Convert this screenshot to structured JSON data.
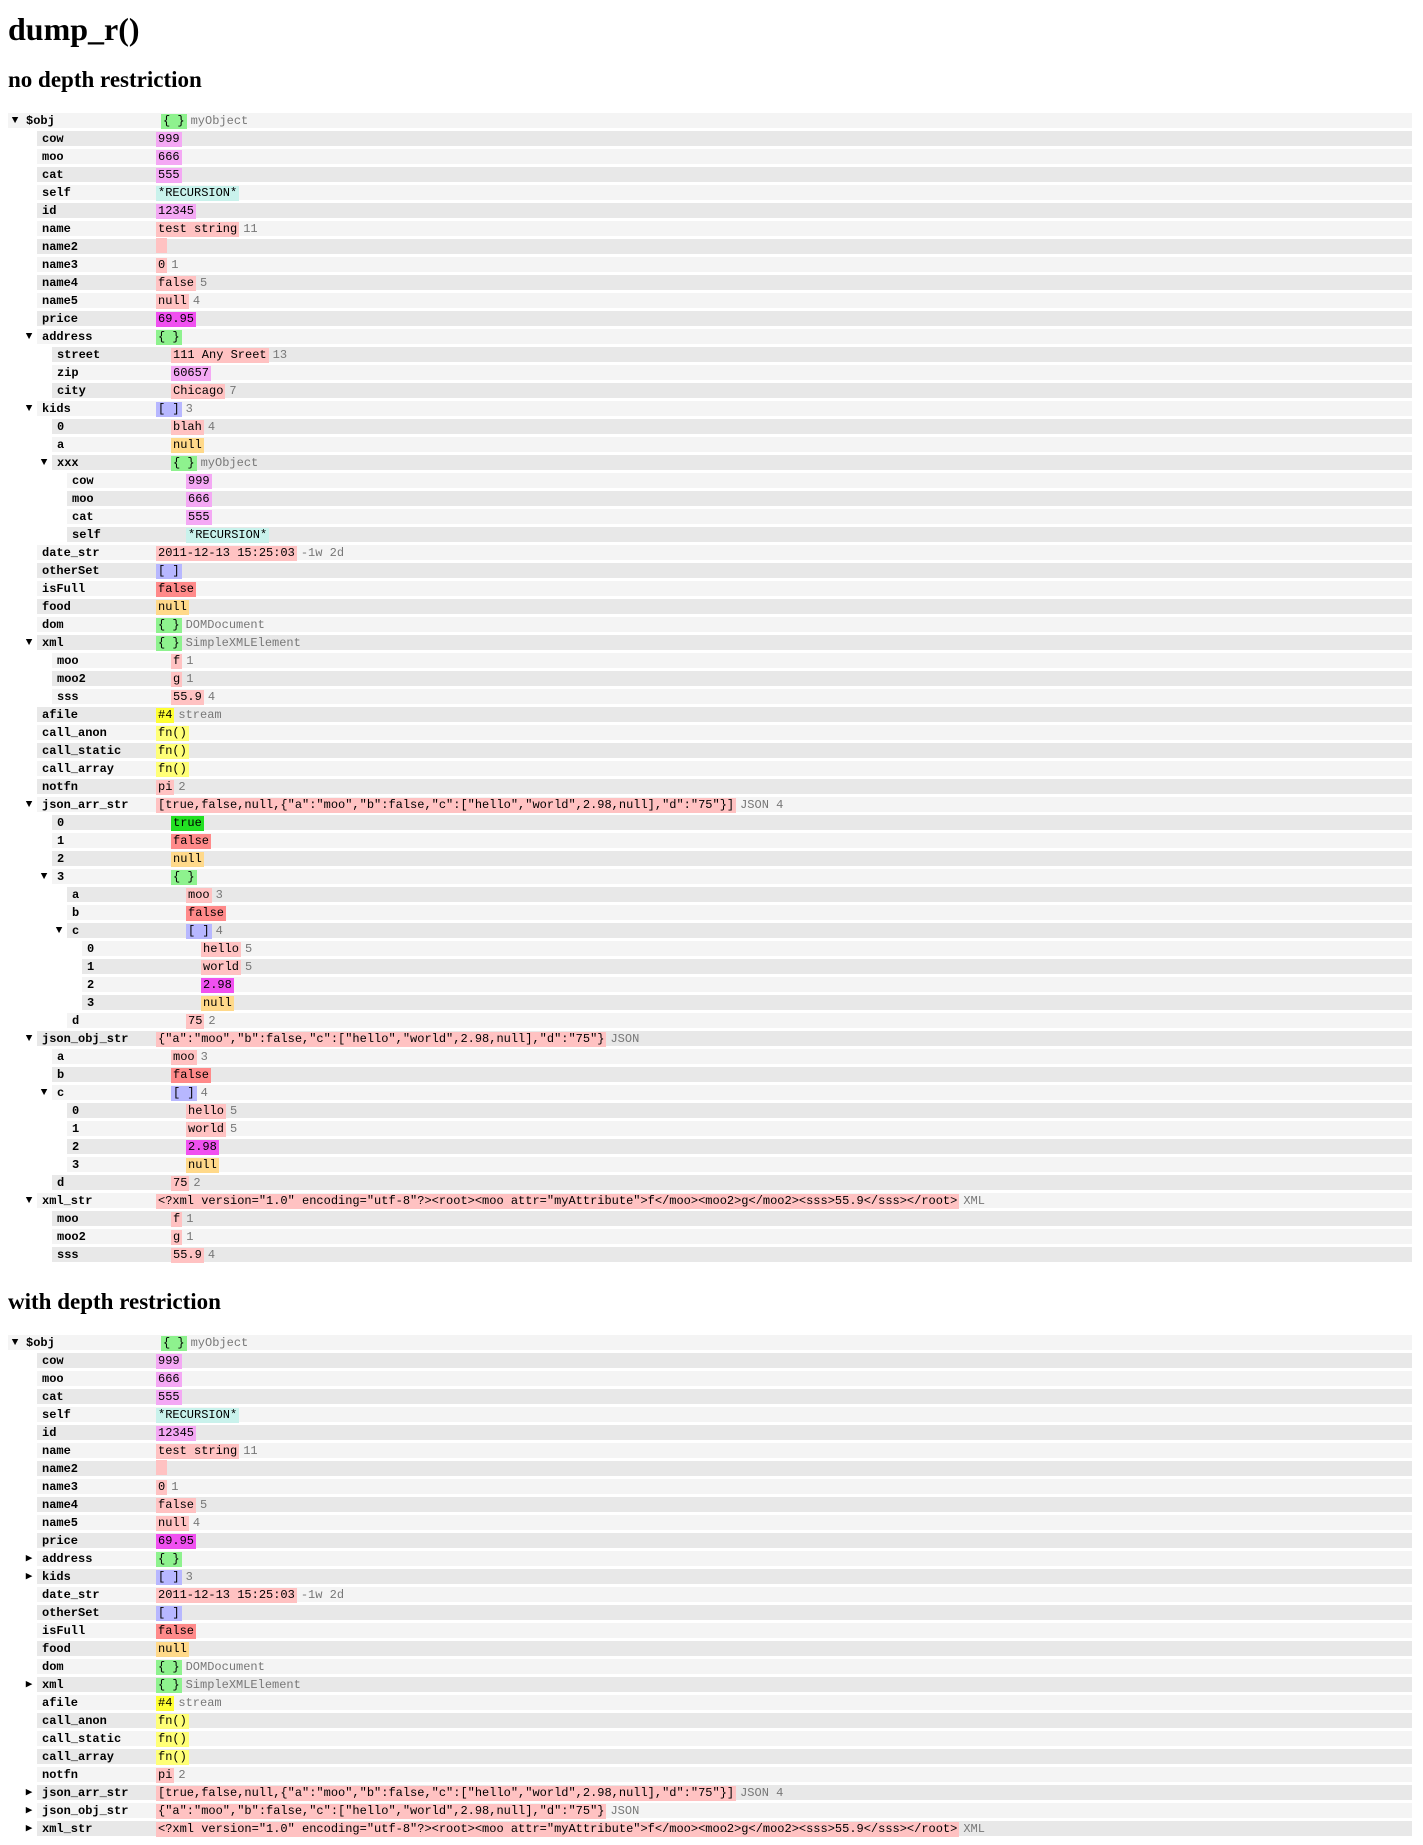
{
  "page_title": "dump_r()",
  "sections": [
    {
      "heading": "no depth restriction",
      "rows": [
        {
          "d": 0,
          "tog": "▼",
          "key": "$obj",
          "val": "{ }",
          "type": "obj",
          "meta": "myObject"
        },
        {
          "d": 1,
          "key": "cow",
          "val": "999",
          "type": "num"
        },
        {
          "d": 1,
          "key": "moo",
          "val": "666",
          "type": "num"
        },
        {
          "d": 1,
          "key": "cat",
          "val": "555",
          "type": "num"
        },
        {
          "d": 1,
          "key": "self",
          "val": "*RECURSION*",
          "type": "rec"
        },
        {
          "d": 1,
          "key": "id",
          "val": "12345",
          "type": "num"
        },
        {
          "d": 1,
          "key": "name",
          "val": "test string",
          "type": "str",
          "meta": "11"
        },
        {
          "d": 1,
          "key": "name2",
          "val": "",
          "type": "empty"
        },
        {
          "d": 1,
          "key": "name3",
          "val": "0",
          "type": "str",
          "meta": "1"
        },
        {
          "d": 1,
          "key": "name4",
          "val": "false",
          "type": "str",
          "meta": "5"
        },
        {
          "d": 1,
          "key": "name5",
          "val": "null",
          "type": "str",
          "meta": "4"
        },
        {
          "d": 1,
          "key": "price",
          "val": "69.95",
          "type": "float"
        },
        {
          "d": 1,
          "tog": "▼",
          "key": "address",
          "val": "{ }",
          "type": "obj"
        },
        {
          "d": 2,
          "key": "street",
          "val": "111 Any Sreet",
          "type": "str",
          "meta": "13"
        },
        {
          "d": 2,
          "key": "zip",
          "val": "60657",
          "type": "num"
        },
        {
          "d": 2,
          "key": "city",
          "val": "Chicago",
          "type": "str",
          "meta": "7"
        },
        {
          "d": 1,
          "tog": "▼",
          "key": "kids",
          "val": "[ ]",
          "type": "arr",
          "meta": "3"
        },
        {
          "d": 2,
          "key": "0",
          "val": "blah",
          "type": "str",
          "meta": "4"
        },
        {
          "d": 2,
          "key": "a",
          "val": "null",
          "type": "null"
        },
        {
          "d": 2,
          "tog": "▼",
          "key": "xxx",
          "val": "{ }",
          "type": "obj",
          "meta": "myObject"
        },
        {
          "d": 3,
          "key": "cow",
          "val": "999",
          "type": "num"
        },
        {
          "d": 3,
          "key": "moo",
          "val": "666",
          "type": "num"
        },
        {
          "d": 3,
          "key": "cat",
          "val": "555",
          "type": "num"
        },
        {
          "d": 3,
          "key": "self",
          "val": "*RECURSION*",
          "type": "rec"
        },
        {
          "d": 1,
          "key": "date_str",
          "val": "2011-12-13 15:25:03",
          "type": "str",
          "meta": "-1w 2d"
        },
        {
          "d": 1,
          "key": "otherSet",
          "val": "[ ]",
          "type": "arr"
        },
        {
          "d": 1,
          "key": "isFull",
          "val": "false",
          "type": "false"
        },
        {
          "d": 1,
          "key": "food",
          "val": "null",
          "type": "null"
        },
        {
          "d": 1,
          "key": "dom",
          "val": "{ }",
          "type": "obj",
          "meta": "DOMDocument"
        },
        {
          "d": 1,
          "tog": "▼",
          "key": "xml",
          "val": "{ }",
          "type": "obj",
          "meta": "SimpleXMLElement"
        },
        {
          "d": 2,
          "key": "moo",
          "val": "f",
          "type": "str",
          "meta": "1"
        },
        {
          "d": 2,
          "key": "moo2",
          "val": "g",
          "type": "str",
          "meta": "1"
        },
        {
          "d": 2,
          "key": "sss",
          "val": "55.9",
          "type": "str",
          "meta": "4"
        },
        {
          "d": 1,
          "key": "afile",
          "val": "#4",
          "type": "res",
          "meta": "stream"
        },
        {
          "d": 1,
          "key": "call_anon",
          "val": "fn()",
          "type": "fn"
        },
        {
          "d": 1,
          "key": "call_static",
          "val": "fn()",
          "type": "fn"
        },
        {
          "d": 1,
          "key": "call_array",
          "val": "fn()",
          "type": "fn"
        },
        {
          "d": 1,
          "key": "notfn",
          "val": "pi",
          "type": "str",
          "meta": "2"
        },
        {
          "d": 1,
          "tog": "▼",
          "key": "json_arr_str",
          "val": "[true,false,null,{\"a\":\"moo\",\"b\":false,\"c\":[\"hello\",\"world\",2.98,null],\"d\":\"75\"}]",
          "type": "json",
          "meta": "JSON 4"
        },
        {
          "d": 2,
          "key": "0",
          "val": "true",
          "type": "true"
        },
        {
          "d": 2,
          "key": "1",
          "val": "false",
          "type": "false"
        },
        {
          "d": 2,
          "key": "2",
          "val": "null",
          "type": "null"
        },
        {
          "d": 2,
          "tog": "▼",
          "key": "3",
          "val": "{ }",
          "type": "obj"
        },
        {
          "d": 3,
          "key": "a",
          "val": "moo",
          "type": "str",
          "meta": "3"
        },
        {
          "d": 3,
          "key": "b",
          "val": "false",
          "type": "false"
        },
        {
          "d": 3,
          "tog": "▼",
          "key": "c",
          "val": "[ ]",
          "type": "arr",
          "meta": "4"
        },
        {
          "d": 4,
          "key": "0",
          "val": "hello",
          "type": "str",
          "meta": "5"
        },
        {
          "d": 4,
          "key": "1",
          "val": "world",
          "type": "str",
          "meta": "5"
        },
        {
          "d": 4,
          "key": "2",
          "val": "2.98",
          "type": "float"
        },
        {
          "d": 4,
          "key": "3",
          "val": "null",
          "type": "null"
        },
        {
          "d": 3,
          "key": "d",
          "val": "75",
          "type": "str",
          "meta": "2"
        },
        {
          "d": 1,
          "tog": "▼",
          "key": "json_obj_str",
          "val": "{\"a\":\"moo\",\"b\":false,\"c\":[\"hello\",\"world\",2.98,null],\"d\":\"75\"}",
          "type": "json",
          "meta": "JSON"
        },
        {
          "d": 2,
          "key": "a",
          "val": "moo",
          "type": "str",
          "meta": "3"
        },
        {
          "d": 2,
          "key": "b",
          "val": "false",
          "type": "false"
        },
        {
          "d": 2,
          "tog": "▼",
          "key": "c",
          "val": "[ ]",
          "type": "arr",
          "meta": "4"
        },
        {
          "d": 3,
          "key": "0",
          "val": "hello",
          "type": "str",
          "meta": "5"
        },
        {
          "d": 3,
          "key": "1",
          "val": "world",
          "type": "str",
          "meta": "5"
        },
        {
          "d": 3,
          "key": "2",
          "val": "2.98",
          "type": "float"
        },
        {
          "d": 3,
          "key": "3",
          "val": "null",
          "type": "null"
        },
        {
          "d": 2,
          "key": "d",
          "val": "75",
          "type": "str",
          "meta": "2"
        },
        {
          "d": 1,
          "tog": "▼",
          "key": "xml_str",
          "val": "<?xml version=\"1.0\" encoding=\"utf-8\"?><root><moo attr=\"myAttribute\">f</moo><moo2>g</moo2><sss>55.9</sss></root>",
          "type": "json",
          "meta": "XML"
        },
        {
          "d": 2,
          "key": "moo",
          "val": "f",
          "type": "str",
          "meta": "1"
        },
        {
          "d": 2,
          "key": "moo2",
          "val": "g",
          "type": "str",
          "meta": "1"
        },
        {
          "d": 2,
          "key": "sss",
          "val": "55.9",
          "type": "str",
          "meta": "4"
        }
      ]
    },
    {
      "heading": "with depth restriction",
      "rows": [
        {
          "d": 0,
          "tog": "▼",
          "key": "$obj",
          "val": "{ }",
          "type": "obj",
          "meta": "myObject"
        },
        {
          "d": 1,
          "key": "cow",
          "val": "999",
          "type": "num"
        },
        {
          "d": 1,
          "key": "moo",
          "val": "666",
          "type": "num"
        },
        {
          "d": 1,
          "key": "cat",
          "val": "555",
          "type": "num"
        },
        {
          "d": 1,
          "key": "self",
          "val": "*RECURSION*",
          "type": "rec"
        },
        {
          "d": 1,
          "key": "id",
          "val": "12345",
          "type": "num"
        },
        {
          "d": 1,
          "key": "name",
          "val": "test string",
          "type": "str",
          "meta": "11"
        },
        {
          "d": 1,
          "key": "name2",
          "val": "",
          "type": "empty"
        },
        {
          "d": 1,
          "key": "name3",
          "val": "0",
          "type": "str",
          "meta": "1"
        },
        {
          "d": 1,
          "key": "name4",
          "val": "false",
          "type": "str",
          "meta": "5"
        },
        {
          "d": 1,
          "key": "name5",
          "val": "null",
          "type": "str",
          "meta": "4"
        },
        {
          "d": 1,
          "key": "price",
          "val": "69.95",
          "type": "float"
        },
        {
          "d": 1,
          "tog": "▶",
          "key": "address",
          "val": "{ }",
          "type": "obj"
        },
        {
          "d": 1,
          "tog": "▶",
          "key": "kids",
          "val": "[ ]",
          "type": "arr",
          "meta": "3"
        },
        {
          "d": 1,
          "key": "date_str",
          "val": "2011-12-13 15:25:03",
          "type": "str",
          "meta": "-1w 2d"
        },
        {
          "d": 1,
          "key": "otherSet",
          "val": "[ ]",
          "type": "arr"
        },
        {
          "d": 1,
          "key": "isFull",
          "val": "false",
          "type": "false"
        },
        {
          "d": 1,
          "key": "food",
          "val": "null",
          "type": "null"
        },
        {
          "d": 1,
          "key": "dom",
          "val": "{ }",
          "type": "obj",
          "meta": "DOMDocument"
        },
        {
          "d": 1,
          "tog": "▶",
          "key": "xml",
          "val": "{ }",
          "type": "obj",
          "meta": "SimpleXMLElement"
        },
        {
          "d": 1,
          "key": "afile",
          "val": "#4",
          "type": "res",
          "meta": "stream"
        },
        {
          "d": 1,
          "key": "call_anon",
          "val": "fn()",
          "type": "fn"
        },
        {
          "d": 1,
          "key": "call_static",
          "val": "fn()",
          "type": "fn"
        },
        {
          "d": 1,
          "key": "call_array",
          "val": "fn()",
          "type": "fn"
        },
        {
          "d": 1,
          "key": "notfn",
          "val": "pi",
          "type": "str",
          "meta": "2"
        },
        {
          "d": 1,
          "tog": "▶",
          "key": "json_arr_str",
          "val": "[true,false,null,{\"a\":\"moo\",\"b\":false,\"c\":[\"hello\",\"world\",2.98,null],\"d\":\"75\"}]",
          "type": "json",
          "meta": "JSON 4"
        },
        {
          "d": 1,
          "tog": "▶",
          "key": "json_obj_str",
          "val": "{\"a\":\"moo\",\"b\":false,\"c\":[\"hello\",\"world\",2.98,null],\"d\":\"75\"}",
          "type": "json",
          "meta": "JSON"
        },
        {
          "d": 1,
          "tog": "▶",
          "key": "xml_str",
          "val": "<?xml version=\"1.0\" encoding=\"utf-8\"?><root><moo attr=\"myAttribute\">f</moo><moo2>g</moo2><sss>55.9</sss></root>",
          "type": "json",
          "meta": "XML"
        }
      ]
    }
  ]
}
